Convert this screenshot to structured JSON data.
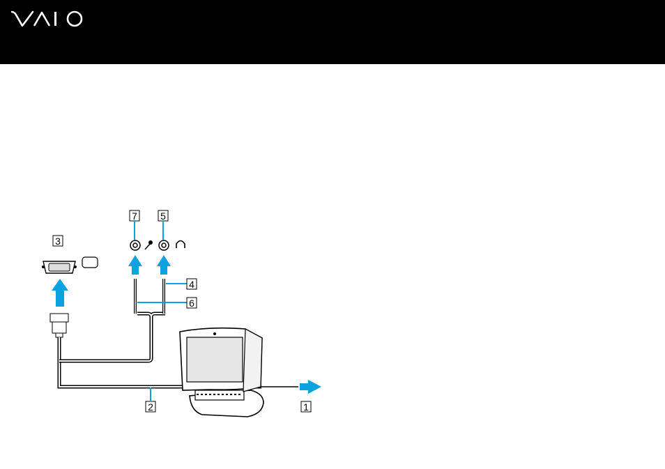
{
  "header": {
    "logo_text": "VAIO",
    "background": "#000000"
  },
  "diagram": {
    "arrow_color": "#0aa3e0",
    "callouts": [
      {
        "id": "1",
        "label": "1"
      },
      {
        "id": "2",
        "label": "2"
      },
      {
        "id": "3",
        "label": "3"
      },
      {
        "id": "4",
        "label": "4"
      },
      {
        "id": "5",
        "label": "5"
      },
      {
        "id": "6",
        "label": "6"
      },
      {
        "id": "7",
        "label": "7"
      }
    ],
    "icons": [
      "microphone-icon",
      "headphones-icon",
      "monitor-port-icon",
      "vga-port-icon"
    ]
  }
}
